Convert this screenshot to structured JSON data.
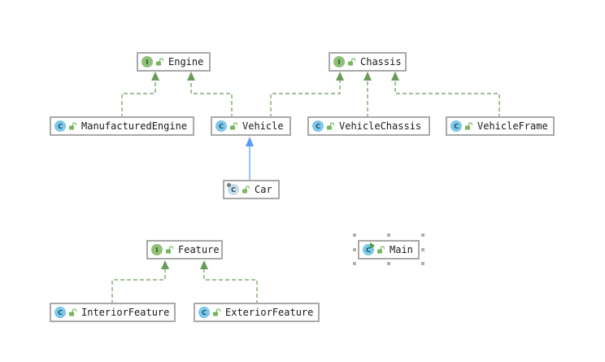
{
  "nodes": {
    "engine": {
      "label": "Engine",
      "kind": "I",
      "icon": "interface-icon"
    },
    "chassis": {
      "label": "Chassis",
      "kind": "I",
      "icon": "interface-icon"
    },
    "manufactured_engine": {
      "label": "ManufacturedEngine",
      "kind": "C",
      "icon": "class-icon"
    },
    "vehicle": {
      "label": "Vehicle",
      "kind": "C",
      "icon": "class-icon"
    },
    "vehicle_chassis": {
      "label": "VehicleChassis",
      "kind": "C",
      "icon": "class-icon"
    },
    "vehicle_frame": {
      "label": "VehicleFrame",
      "kind": "C",
      "icon": "class-icon"
    },
    "car": {
      "label": "Car",
      "kind": "C",
      "icon": "abstract-class-icon"
    },
    "feature": {
      "label": "Feature",
      "kind": "I",
      "icon": "interface-icon"
    },
    "main": {
      "label": "Main",
      "kind": "C",
      "icon": "runnable-class-icon"
    },
    "interior_feature": {
      "label": "InteriorFeature",
      "kind": "C",
      "icon": "class-icon"
    },
    "exterior_feature": {
      "label": "ExteriorFeature",
      "kind": "C",
      "icon": "class-icon"
    }
  },
  "relations": [
    {
      "from": "manufactured_engine",
      "to": "engine",
      "type": "implements"
    },
    {
      "from": "vehicle",
      "to": "engine",
      "type": "implements"
    },
    {
      "from": "vehicle",
      "to": "chassis",
      "type": "implements"
    },
    {
      "from": "vehicle_chassis",
      "to": "chassis",
      "type": "implements"
    },
    {
      "from": "vehicle_frame",
      "to": "chassis",
      "type": "implements"
    },
    {
      "from": "car",
      "to": "vehicle",
      "type": "extends"
    },
    {
      "from": "interior_feature",
      "to": "feature",
      "type": "implements"
    },
    {
      "from": "exterior_feature",
      "to": "feature",
      "type": "implements"
    }
  ],
  "colors": {
    "implements": "#6a9a5a",
    "extends": "#5b9bf0",
    "node_border": "#a9a9a9",
    "interface_badge": "#8cc176",
    "class_badge": "#7ec8e8"
  },
  "selected_node": "main"
}
